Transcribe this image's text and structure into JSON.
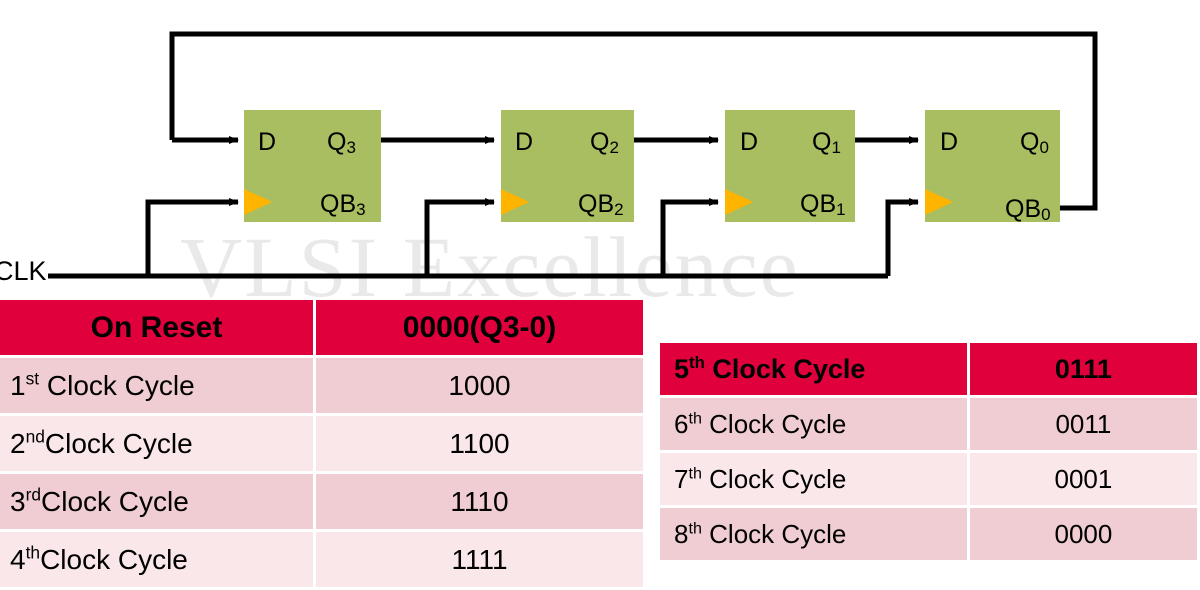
{
  "watermark": {
    "text": "VLSI Excellence",
    "color": "#e9e9e9"
  },
  "circuit": {
    "clock_label": "CLK",
    "colors": {
      "flipflop_fill": "#a9bd61",
      "clock_triangle": "#ffb400",
      "wire": "#000000"
    },
    "flipflops": [
      {
        "d_label": "D",
        "q_label": "Q",
        "q_sub": "3",
        "qb_label": "QB",
        "qb_sub": "3"
      },
      {
        "d_label": "D",
        "q_label": "Q",
        "q_sub": "2",
        "qb_label": "QB",
        "qb_sub": "2"
      },
      {
        "d_label": "D",
        "q_label": "Q",
        "q_sub": "1",
        "qb_label": "QB",
        "qb_sub": "1"
      },
      {
        "d_label": "D",
        "q_label": "Q",
        "q_sub": "0",
        "qb_label": "QB",
        "qb_sub": "0"
      }
    ]
  },
  "table_left": {
    "header": {
      "label": "On Reset",
      "value": "0000(Q3-0)"
    },
    "rows": [
      {
        "num": "1",
        "ord": "st",
        "label": " Clock Cycle",
        "value": "1000"
      },
      {
        "num": "2",
        "ord": "nd",
        "label": "Clock Cycle",
        "value": "1100"
      },
      {
        "num": "3",
        "ord": "rd",
        "label": "Clock Cycle",
        "value": "1110"
      },
      {
        "num": "4",
        "ord": "th",
        "label": "Clock Cycle",
        "value": "1111"
      }
    ]
  },
  "table_right": {
    "header": {
      "num": "5",
      "ord": "th",
      "label": "Clock Cycle",
      "value": "0111"
    },
    "rows": [
      {
        "num": "6",
        "ord": "th",
        "label": "Clock Cycle",
        "value": "0011"
      },
      {
        "num": "7",
        "ord": "th",
        "label": "Clock Cycle",
        "value": "0001"
      },
      {
        "num": "8",
        "ord": "th",
        "label": "Clock Cycle",
        "value": "0000"
      }
    ]
  },
  "colors": {
    "header_red": "#e0003c",
    "row_dark": "#f0cdd2",
    "row_light": "#fae7ea"
  }
}
